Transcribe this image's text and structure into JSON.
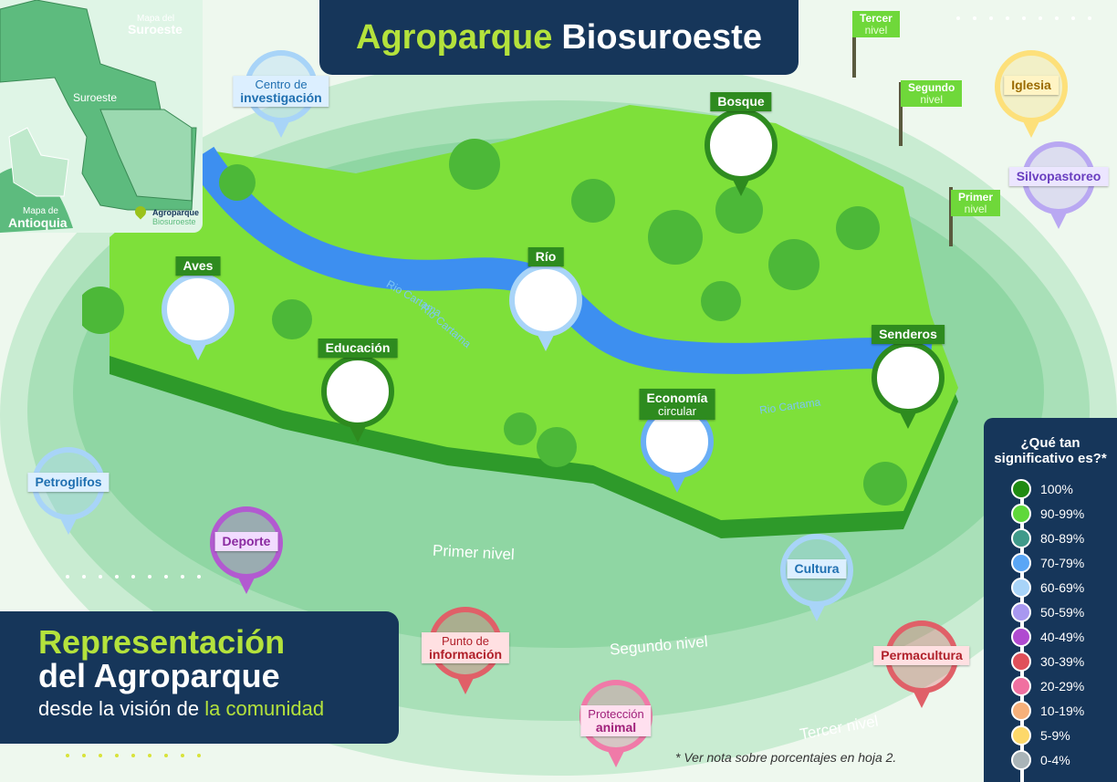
{
  "title": {
    "part1": "Agroparque",
    "part2": "Biosuroeste"
  },
  "inset_map": {
    "suroeste_map_label1": "Mapa del",
    "suroeste_map_label2": "Suroeste",
    "region_label": "Suroeste",
    "antioquia_label1": "Mapa de",
    "antioquia_label2": "Antioquia",
    "marker_label1": "Agroparque",
    "marker_label2": "Biosuroeste"
  },
  "level_flags": [
    {
      "word": "Tercer",
      "sub": "nivel"
    },
    {
      "word": "Segundo",
      "sub": "nivel"
    },
    {
      "word": "Primer",
      "sub": "nivel"
    }
  ],
  "ring_labels": [
    "Primer nivel",
    "Segundo nivel",
    "Tercer nivel"
  ],
  "river_labels": [
    "Rio Cartama",
    "Rio Cartama",
    "Rio Cartama"
  ],
  "pins": [
    {
      "line1": "Centro de",
      "line2": "investigación",
      "color": "#a8d4f8"
    },
    {
      "line1": "Iglesia",
      "line2": "",
      "color": "#fde07a"
    },
    {
      "line1": "Silvopastoreo",
      "line2": "",
      "color": "#b9a8f2"
    },
    {
      "line1": "Bosque",
      "line2": "",
      "color": "#2e8b1f",
      "icon": "tree-icon"
    },
    {
      "line1": "Aves",
      "line2": "",
      "color": "#a8d4f8",
      "icon": "bird-icon"
    },
    {
      "line1": "Río",
      "line2": "",
      "color": "#a8d4f8",
      "icon": "river-icon"
    },
    {
      "line1": "Educación",
      "line2": "",
      "color": "#2e8b1f",
      "icon": "lab-icon"
    },
    {
      "line1": "Economía",
      "line2": "circular",
      "color": "#6aaef5",
      "icon": "recycle-icon"
    },
    {
      "line1": "Senderos",
      "line2": "",
      "color": "#2e8b1f",
      "icon": "footprints-icon"
    },
    {
      "line1": "Petroglifos",
      "line2": "",
      "color": "#a8d4f8"
    },
    {
      "line1": "Deporte",
      "line2": "",
      "color": "#b25ad0"
    },
    {
      "line1": "Cultura",
      "line2": "",
      "color": "#a8d4f8"
    },
    {
      "line1": "Punto de",
      "line2": "información",
      "color": "#e06068"
    },
    {
      "line1": "Protección",
      "line2": "animal",
      "color": "#f07aa8"
    },
    {
      "line1": "Permacultura",
      "line2": "",
      "color": "#e06068"
    }
  ],
  "representation": {
    "line1": "Representación",
    "line2": "del Agroparque",
    "line3a": "desde la visión de",
    "line3b": "la comunidad"
  },
  "legend": {
    "title": "¿Qué tan significativo es?*",
    "items": [
      {
        "label": "100%",
        "color": "#1f8a12"
      },
      {
        "label": "90-99%",
        "color": "#5fd83a"
      },
      {
        "label": "80-89%",
        "color": "#3f9a8a"
      },
      {
        "label": "70-79%",
        "color": "#5aa6f5"
      },
      {
        "label": "60-69%",
        "color": "#a8d4f8"
      },
      {
        "label": "50-59%",
        "color": "#a898f0"
      },
      {
        "label": "40-49%",
        "color": "#b04ad0"
      },
      {
        "label": "30-39%",
        "color": "#e0505a"
      },
      {
        "label": "20-29%",
        "color": "#f070a0"
      },
      {
        "label": "10-19%",
        "color": "#f7b07a"
      },
      {
        "label": "5-9%",
        "color": "#fdd86a"
      },
      {
        "label": "0-4%",
        "color": "#a9b4b8"
      }
    ]
  },
  "footnote": "* Ver nota sobre porcentajes en hoja 2."
}
